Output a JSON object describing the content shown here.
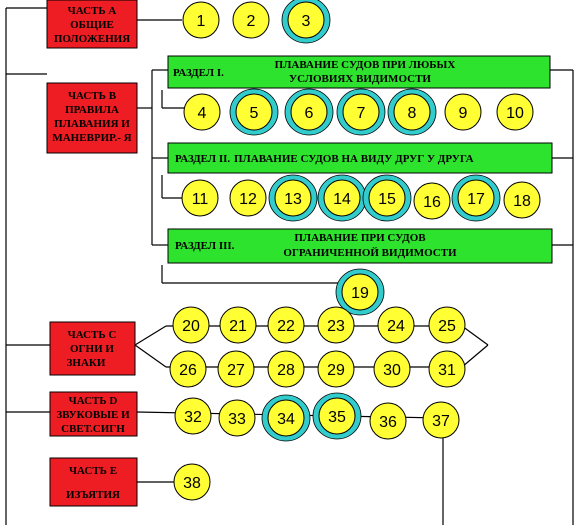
{
  "colors": {
    "part_fill": "#ee1d23",
    "section_fill": "#2ee32e",
    "circle_fill": "#ffff33",
    "highlight_ring": "#33cccc",
    "line": "#000000"
  },
  "parts": {
    "a": {
      "lines": [
        "ЧАСТЬ А",
        "ОБЩИЕ",
        "ПОЛОЖЕНИЯ"
      ]
    },
    "b": {
      "lines": [
        "ЧАСТЬ В",
        "ПРАВИЛА",
        "ПЛАВАНИЯ И",
        "МАНЕВРИР.- Я"
      ]
    },
    "c": {
      "lines": [
        "ЧАСТЬ С",
        "ОГНИ И",
        "ЗНАКИ"
      ]
    },
    "d": {
      "lines": [
        "ЧАСТЬ D",
        "ЗВУКОВЫЕ И",
        "СВЕТ.СИГН"
      ]
    },
    "e": {
      "lines": [
        "ЧАСТЬ Е",
        "ИЗЪЯТИЯ"
      ]
    }
  },
  "sections": {
    "s1": {
      "label": "РАЗДЕЛ I.",
      "lines": [
        "ПЛАВАНИЕ СУДОВ ПРИ ЛЮБЫХ",
        "УСЛОВИЯХ   ВИДИМОСТИ"
      ]
    },
    "s2": {
      "label": "РАЗДЕЛ II.",
      "lines": [
        "ПЛАВАНИЕ СУДОВ НА ВИДУ ДРУГ У ДРУГА"
      ]
    },
    "s3": {
      "label": "РАЗДЕЛ III.",
      "lines": [
        "ПЛАВАНИЕ    ПРИ    СУДОВ",
        "ОГРАНИЧЕННОЙ  ВИДИМОСТИ"
      ]
    }
  },
  "rules": {
    "row_a": [
      "1",
      "2",
      "3"
    ],
    "row_s1": [
      "4",
      "5",
      "6",
      "7",
      "8",
      "9",
      "10"
    ],
    "row_s2": [
      "11",
      "12",
      "13",
      "14",
      "15",
      "16",
      "17",
      "18"
    ],
    "row_s3": [
      "19"
    ],
    "row_c1": [
      "20",
      "21",
      "22",
      "23",
      "24",
      "25"
    ],
    "row_c2": [
      "26",
      "27",
      "28",
      "29",
      "30",
      "31"
    ],
    "row_d": [
      "32",
      "33",
      "34",
      "35",
      "36",
      "37"
    ],
    "row_e": [
      "38"
    ]
  },
  "highlighted": [
    "3",
    "5",
    "6",
    "7",
    "8",
    "13",
    "14",
    "15",
    "17",
    "19",
    "34",
    "35"
  ]
}
